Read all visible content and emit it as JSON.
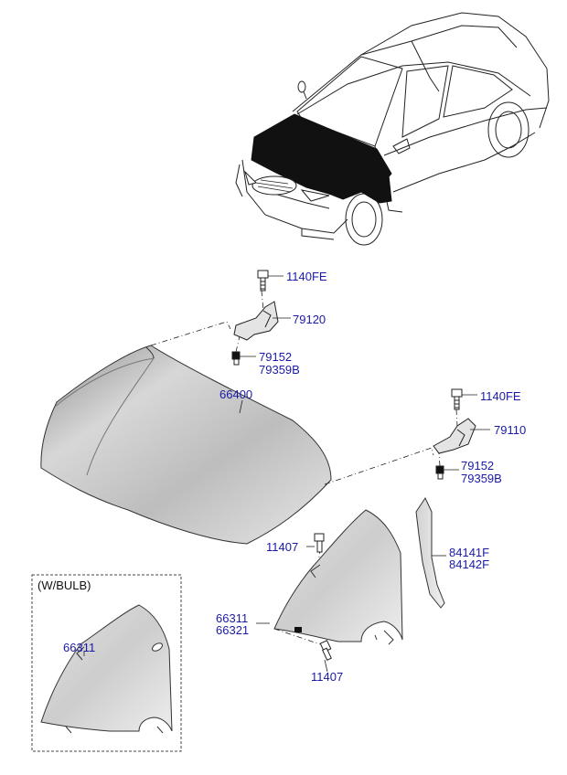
{
  "colors": {
    "label": "#1a1aa6",
    "line": "#222222",
    "panel_light": "#e9e9e9",
    "panel_mid": "#cfcfcf",
    "panel_dark": "#9d9d9d",
    "hood_highlight": "#111111"
  },
  "note": "(W/BULB)",
  "parts": {
    "bolt_top": "1140FE",
    "hinge_left": "79120",
    "bumper_left_a": "79152",
    "bumper_left_b": "79359B",
    "hood": "66400",
    "bolt_right": "1140FE",
    "hinge_right": "79110",
    "bumper_right_a": "79152",
    "bumper_right_b": "79359B",
    "fender_bolt_upper": "11407",
    "fender_insulator_a": "84141F",
    "fender_insulator_b": "84142F",
    "fender_a": "66311",
    "fender_b": "66321",
    "fender_bolt_lower": "11407",
    "fender_bulb": "66311"
  }
}
